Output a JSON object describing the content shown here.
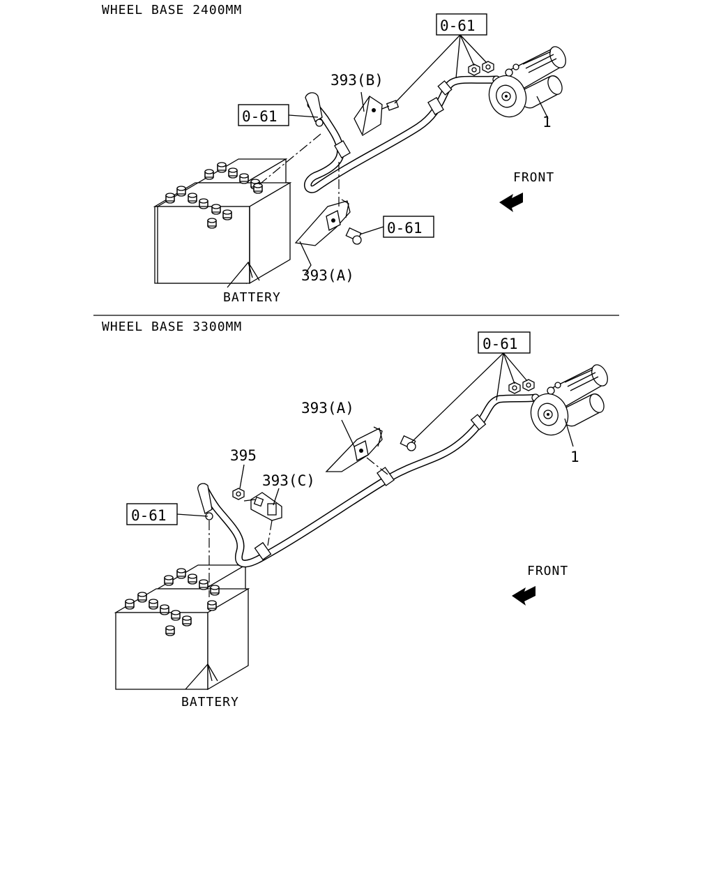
{
  "top_section": {
    "title": "WHEEL BASE 2400MM",
    "callouts": {
      "ref_starter": "0-61",
      "ref_battery": "0-61",
      "ref_bracket": "0-61",
      "bracket_b": "393(B)",
      "bracket_a": "393(A)",
      "starter": "1",
      "battery": "BATTERY",
      "front": "FRONT"
    }
  },
  "bottom_section": {
    "title": "WHEEL BASE 3300MM",
    "callouts": {
      "ref_starter": "0-61",
      "ref_battery": "0-61",
      "bracket_a": "393(A)",
      "nut": "395",
      "bracket_c": "393(C)",
      "starter": "1",
      "battery": "BATTERY",
      "front": "FRONT"
    }
  }
}
